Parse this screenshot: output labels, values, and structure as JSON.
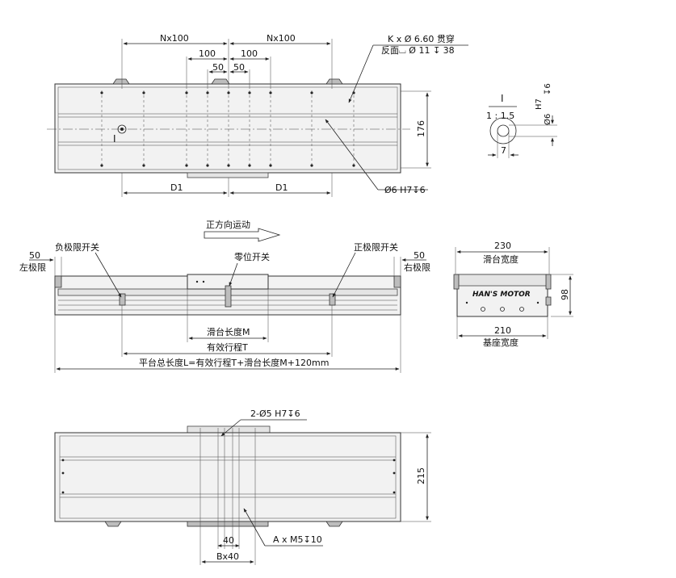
{
  "colors": {
    "line": "#222222",
    "body_fill": "#f2f2f2",
    "rail_fill": "#e4e4e4",
    "dark_fill": "#bdbdbd",
    "background": "#ffffff"
  },
  "top_view": {
    "pitch_left": "Nx100",
    "pitch_right": "Nx100",
    "dim_100_left": "100",
    "dim_100_right": "100",
    "dim_50_left": "50",
    "dim_50_right": "50",
    "callout_line1": "K x  Ø 6.60 贯穿",
    "callout_line2": "反面⌴ Ø 11 ↧ 38",
    "height_dim": "176",
    "d1_left": "D1",
    "d1_right": "D1",
    "pin_callout": "Ø6 H7↧6",
    "section_marker": "I"
  },
  "detail": {
    "label": "I",
    "scale": "1 : 1.5",
    "tol": "H7",
    "depth": "↧6",
    "dia": "Ø6",
    "width": "7"
  },
  "side_view": {
    "direction_label": "正方向运动",
    "left_dim": "50",
    "left_limit": "左极限",
    "right_dim": "50",
    "right_limit": "右极限",
    "neg_switch": "负极限开关",
    "zero_switch": "零位开关",
    "pos_switch": "正极限开关",
    "slide_length": "滑台长度M",
    "stroke": "有效行程T",
    "total_length": "平台总长度L=有效行程T+滑台长度M+120mm"
  },
  "end_view": {
    "top_width": "230",
    "top_width_label": "滑台宽度",
    "height": "98",
    "base_width": "210",
    "base_width_label": "基座宽度",
    "brand": "HAN'S MOTOR"
  },
  "bottom_view": {
    "pin_callout": "2-Ø5 H7↧6",
    "height_dim": "215",
    "dim_40": "40",
    "dim_bx40": "Bx40",
    "thread_callout": "A x M5↧10"
  }
}
